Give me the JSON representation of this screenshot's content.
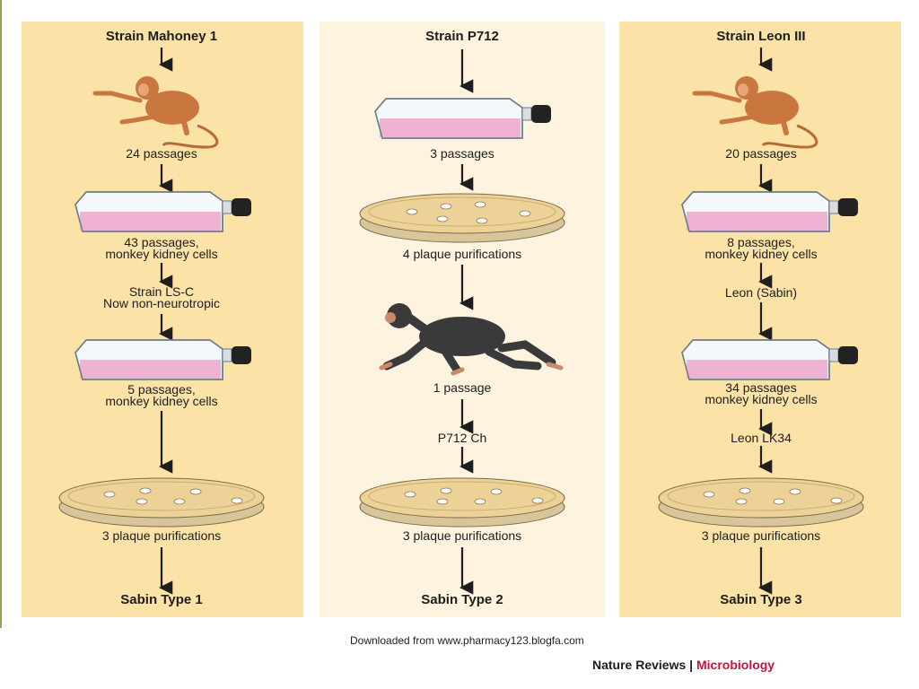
{
  "columns": [
    {
      "title": "Strain Mahoney 1",
      "steps": [
        "24 passages",
        "43 passages,\nmonkey kidney cells",
        "Strain LS-C\nNow non-neurotropic",
        "5 passages,\nmonkey kidney cells",
        "3 plaque purifications"
      ],
      "result": "Sabin Type 1"
    },
    {
      "title": "Strain P712",
      "steps": [
        "3 passages",
        "4 plaque purifications",
        "1 passage",
        "P712 Ch",
        "3 plaque purifications"
      ],
      "result": "Sabin Type 2"
    },
    {
      "title": "Strain Leon III",
      "steps": [
        "20 passages",
        "8 passages,\nmonkey kidney cells",
        "Leon (Sabin)",
        "34 passages\nmonkey kidney cells",
        "Leon LK34",
        "3 plaque purifications"
      ],
      "result": "Sabin Type 3"
    }
  ],
  "footer": {
    "downloaded": "Downloaded from www.pharmacy123.blogfa.com",
    "journal": "Nature Reviews",
    "separator": " | ",
    "section": "Microbiology"
  },
  "colors": {
    "panel_outer": "#fbe2a6",
    "panel_middle": "#fdf3de",
    "flask_medium": "#f0b2d2",
    "dish_agar": "#ecd296",
    "monkey": "#c9773e",
    "chimpanzee": "#3a3a3a",
    "brand_accent": "#c4143c"
  },
  "icons": [
    "rhesus-monkey-icon",
    "culture-flask-icon",
    "petri-dish-icon",
    "chimpanzee-icon",
    "arrow-down-icon"
  ]
}
